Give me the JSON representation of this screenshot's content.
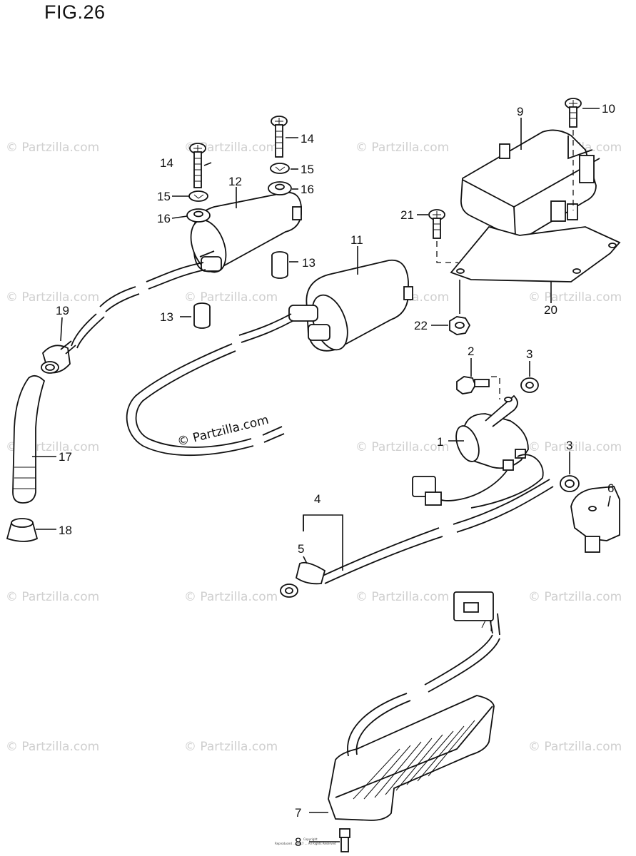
{
  "figure": {
    "title": "FIG.26"
  },
  "watermark": {
    "text": "© Partzilla.com"
  },
  "copyright_note": {
    "text": "© Partzilla.com"
  },
  "callouts": {
    "c1": "1",
    "c2": "2",
    "c3a": "3",
    "c3b": "3",
    "c4": "4",
    "c5": "5",
    "c6": "6",
    "c7": "7",
    "c8": "8",
    "c9": "9",
    "c10": "10",
    "c11": "11",
    "c12": "12",
    "c13a": "13",
    "c13b": "13",
    "c14a": "14",
    "c14b": "14",
    "c15a": "15",
    "c15b": "15",
    "c16a": "16",
    "c16b": "16",
    "c17": "17",
    "c18": "18",
    "c19": "19",
    "c20": "20",
    "c21": "21",
    "c22": "22"
  },
  "stamp": {
    "line1": "Copyright",
    "line2": "Reproduced ... 2017 ... All Rights Reserved"
  }
}
